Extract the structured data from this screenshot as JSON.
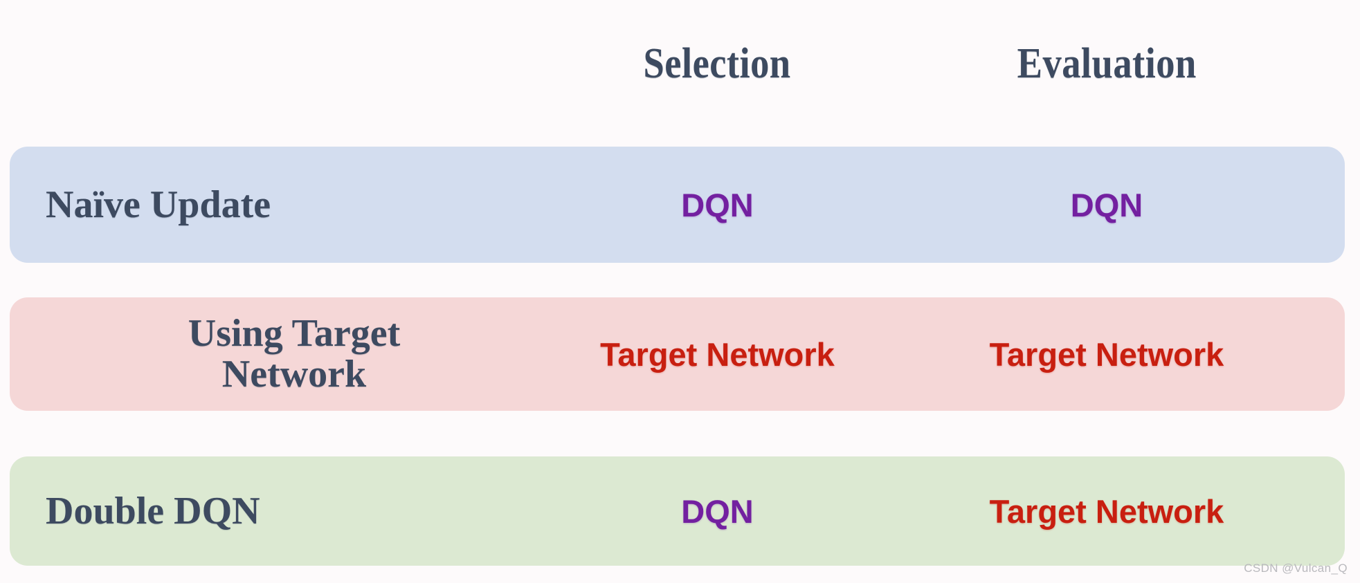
{
  "table": {
    "header": {
      "label_col": "",
      "selection": "Selection",
      "evaluation": "Evaluation"
    },
    "rows": [
      {
        "label": "Naïve Update",
        "selection": "DQN",
        "evaluation": "DQN",
        "selection_kind": "dqn",
        "evaluation_kind": "dqn",
        "bg_color": "#d3ddef"
      },
      {
        "label": "Using Target\nNetwork",
        "selection": "Target Network",
        "evaluation": "Target Network",
        "selection_kind": "target",
        "evaluation_kind": "target",
        "bg_color": "#f5d7d7"
      },
      {
        "label": "Double DQN",
        "selection": "DQN",
        "evaluation": "Target Network",
        "selection_kind": "dqn",
        "evaluation_kind": "target",
        "bg_color": "#dce9d2"
      }
    ]
  },
  "colors": {
    "page_background": "#fdfafb",
    "label_text": "#3d4a60",
    "dqn_text": "#7320a0",
    "target_network_text": "#c81f10",
    "watermark_text": "#b9b9bd"
  },
  "watermark": {
    "text": "CSDN @Vulcan_Q"
  }
}
